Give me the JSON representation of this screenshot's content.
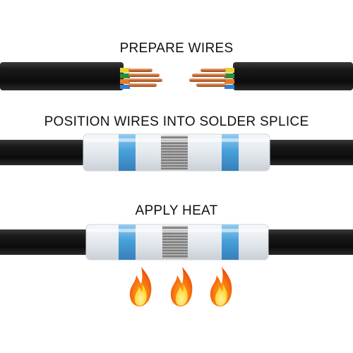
{
  "steps": [
    {
      "title": "PREPARE WIRES"
    },
    {
      "title": "POSITION WIRES INTO SOLDER SPLICE"
    },
    {
      "title": "APPLY HEAT"
    }
  ],
  "icons": {
    "wire": "cable-icon",
    "splice": "solder-splice-icon",
    "flame": "flame-icon"
  },
  "colors": {
    "background": "#ffffff",
    "cable_jacket": "#141414",
    "copper": "#c8703a",
    "solder_band": "#9a9a9a",
    "sealant_ring": "#3a9ad8",
    "sleeve": "#e9eef2",
    "flame_outer": "#f36a10",
    "flame_inner": "#ffd21a"
  }
}
